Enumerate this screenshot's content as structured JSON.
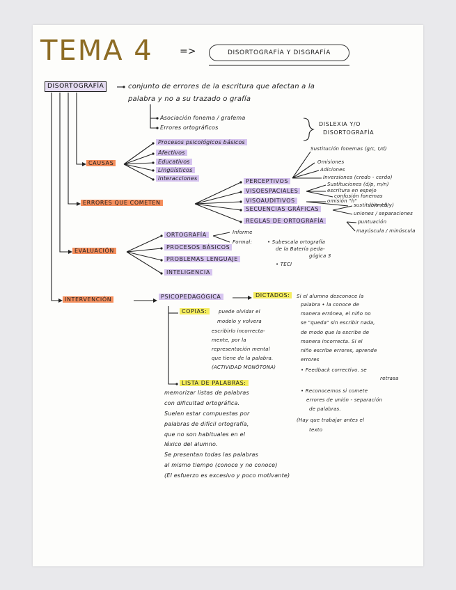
{
  "title": "TEMA 4",
  "arrow": "=>",
  "subtitle": "DISORTOGRAFÍA Y DISGRAFÍA",
  "root": {
    "label": "DISORTOGRAFÍA",
    "definition_l1": "conjunto de errores de la escritura que afectan a la",
    "definition_l2": "palabra y no a su trazado o grafía"
  },
  "types": {
    "item1": "Asociación fonema / grafema",
    "item2": "Errores ortográficos",
    "note_l1": "DISLEXIA Y/O",
    "note_l2": "DISORTOGRAFÍA"
  },
  "causas": {
    "label": "CAUSAS",
    "items": [
      "Procesos psicológicos básicos",
      "Afectivos",
      "Educativos",
      "Lingüísticos",
      "Interacciones"
    ]
  },
  "errores": {
    "label": "ERRORES QUE COMETEN",
    "items": [
      "PERCEPTIVOS",
      "VISOESPACIALES",
      "VISOAUDITIVOS",
      "SECUENCIAS GRÁFICAS",
      "REGLAS DE ORTOGRAFÍA"
    ],
    "perceptivos_sub": [
      "Sustitución fonemas (g/c, t/d)",
      "Omisiones",
      "Adiciones",
      "Inversiones (credo - cerdo)"
    ],
    "visoespaciales_sub": [
      "Sustituciones (d/p, m/n)",
      "escritura en espejo",
      "confusión fonemas"
    ],
    "visoauditivos_sub": [
      "omisión \"h\"",
      "(b/v / ll/y)"
    ],
    "secuencias_sub": [
      "sustituciones",
      "uniones / separaciones"
    ],
    "reglas_sub": [
      "puntuación",
      "mayúscula / minúscula"
    ]
  },
  "evaluacion": {
    "label": "EVALUACIÓN",
    "items": [
      "ORTOGRAFÍA",
      "PROCESOS BÁSICOS",
      "PROBLEMAS LENGUAJE",
      "INTELIGENCIA"
    ],
    "ortografia_sub": [
      "Informe",
      "Formal:"
    ],
    "formal_note_l1": "• Subescala ortografía",
    "formal_note_l2": "de la Batería peda-",
    "formal_note_l3": "gógica 3",
    "formal_note_l4": "• TECI"
  },
  "intervencion": {
    "label": "INTERVENCIÓN",
    "psico": "PSICOPEDAGÓGICA",
    "dictados": {
      "label": "DICTADOS:",
      "lines": [
        "Si el alumno desconoce la",
        "palabra • la conoce de",
        "manera errónea, el niño no",
        "se \"queda\" sin escribir nada,",
        "de modo que la escribe de",
        "manera incorrecta. Si el",
        "niño escribe errores, aprende",
        "errores"
      ],
      "feedback_l1": "• Feedback correctivo. se",
      "feedback_l2": "retrasa",
      "union_l1": "• Reconocemos si comete",
      "union_l2": "errores de unión - separación",
      "union_l3": "de palabras.",
      "antes_l1": "(Hay que trabajar antes el",
      "antes_l2": "texto"
    },
    "copias": {
      "label": "COPIAS:",
      "lines": [
        "puede olvidar el",
        "modelo y volvera",
        "escribirlo incorrecta-",
        "mente, por la",
        "representación mental",
        "que tiene de la palabra.",
        "(ACTIVIDAD MONÓTONA)"
      ]
    },
    "lista": {
      "label": "LISTA DE PALABRAS:",
      "lines": [
        "memorizar listas de palabras",
        "con dificultad ortográfica.",
        "Suelen estar compuestas por",
        "palabras de difícil ortografía,",
        "que no son habituales en el",
        "léxico del alumno.",
        "Se presentan todas las palabras",
        "al mismo tiempo (conoce y no conoce)",
        "(El esfuerzo es excesivo y poco motivante)"
      ]
    }
  }
}
